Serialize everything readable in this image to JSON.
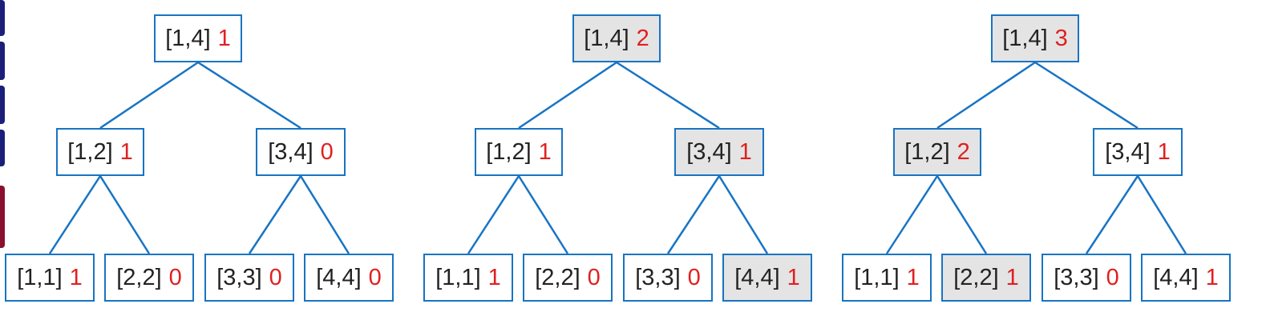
{
  "colors": {
    "border": "#1874c3",
    "edge": "#1874c3",
    "count": "#e02020",
    "highlight": "#e4e4e4",
    "text": "#222222"
  },
  "trees": [
    {
      "nodes": [
        {
          "range": "[1,4]",
          "count": "1",
          "highlight": false
        },
        {
          "range": "[1,2]",
          "count": "1",
          "highlight": false
        },
        {
          "range": "[3,4]",
          "count": "0",
          "highlight": false
        },
        {
          "range": "[1,1]",
          "count": "1",
          "highlight": false
        },
        {
          "range": "[2,2]",
          "count": "0",
          "highlight": false
        },
        {
          "range": "[3,3]",
          "count": "0",
          "highlight": false
        },
        {
          "range": "[4,4]",
          "count": "0",
          "highlight": false
        }
      ]
    },
    {
      "nodes": [
        {
          "range": "[1,4]",
          "count": "2",
          "highlight": true
        },
        {
          "range": "[1,2]",
          "count": "1",
          "highlight": false
        },
        {
          "range": "[3,4]",
          "count": "1",
          "highlight": true
        },
        {
          "range": "[1,1]",
          "count": "1",
          "highlight": false
        },
        {
          "range": "[2,2]",
          "count": "0",
          "highlight": false
        },
        {
          "range": "[3,3]",
          "count": "0",
          "highlight": false
        },
        {
          "range": "[4,4]",
          "count": "1",
          "highlight": true
        }
      ]
    },
    {
      "nodes": [
        {
          "range": "[1,4]",
          "count": "3",
          "highlight": true
        },
        {
          "range": "[1,2]",
          "count": "2",
          "highlight": true
        },
        {
          "range": "[3,4]",
          "count": "1",
          "highlight": false
        },
        {
          "range": "[1,1]",
          "count": "1",
          "highlight": false
        },
        {
          "range": "[2,2]",
          "count": "1",
          "highlight": true
        },
        {
          "range": "[3,3]",
          "count": "0",
          "highlight": false
        },
        {
          "range": "[4,4]",
          "count": "1",
          "highlight": false
        }
      ]
    }
  ]
}
